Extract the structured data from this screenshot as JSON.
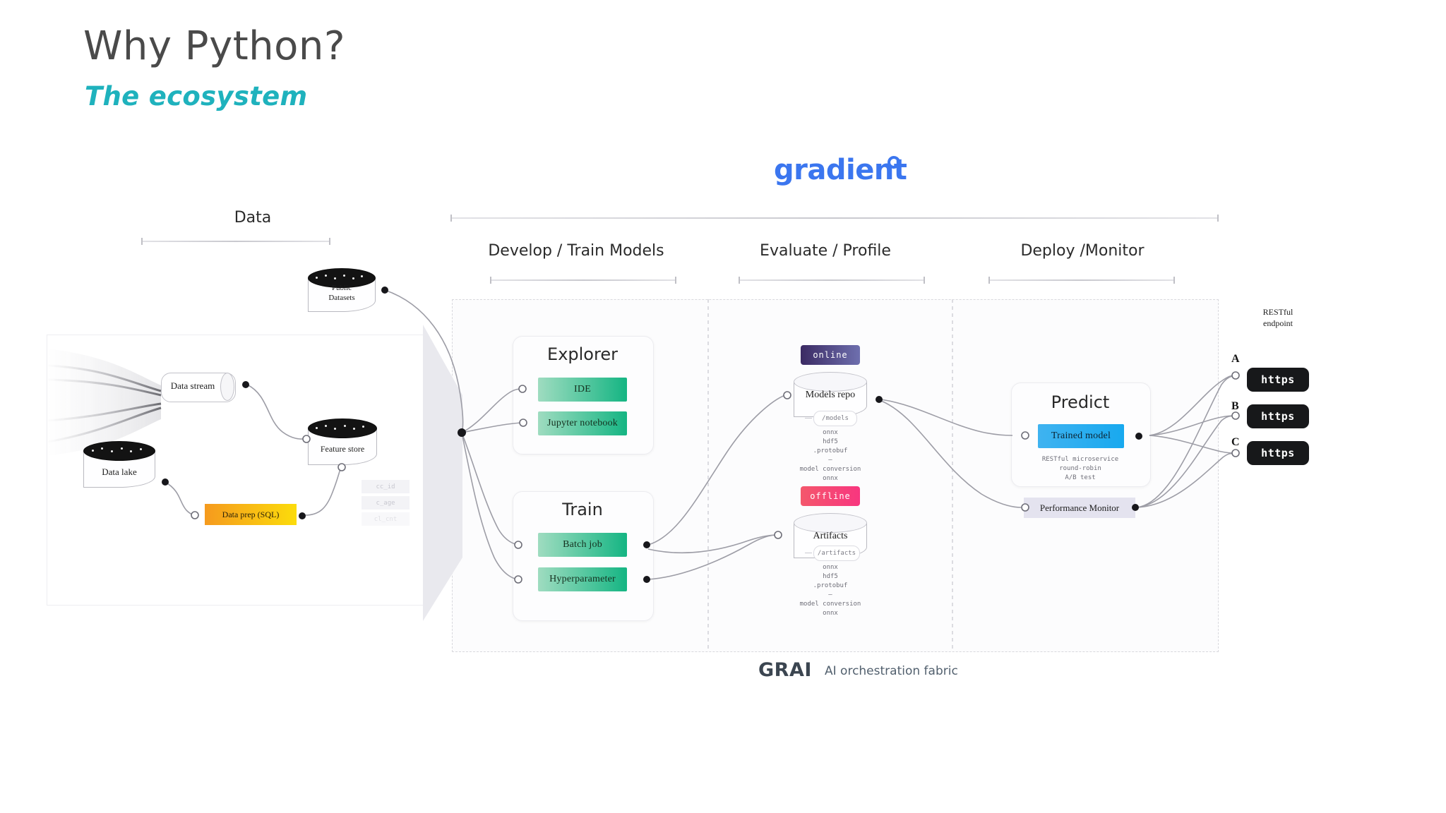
{
  "slide": {
    "title": "Why Python?",
    "subtitle": "The ecosystem",
    "title_color": "#4a4a4a",
    "subtitle_color": "#1fb2bd"
  },
  "brand": {
    "logo_text": "gradient",
    "logo_color": "#3b76ef",
    "logo_dot_icon": "circle-outline-icon",
    "footer_mark": "GRAI",
    "footer_tagline": "AI orchestration fabric"
  },
  "phases": {
    "data": "Data",
    "develop": "Develop / Train Models",
    "evaluate": "Evaluate / Profile",
    "deploy": "Deploy /Monitor"
  },
  "data_panel": {
    "public_datasets": "Public\nDatasets",
    "data_stream": "Data stream",
    "data_lake": "Data lake",
    "feature_store": "Feature store",
    "data_prep": "Data prep (SQL)",
    "feature_tags": [
      "cc_id",
      "c_age",
      "cl_cnt"
    ]
  },
  "explorer": {
    "title": "Explorer",
    "items": [
      "IDE",
      "Jupyter notebook"
    ]
  },
  "train": {
    "title": "Train",
    "items": [
      "Batch job",
      "Hyperparameter"
    ]
  },
  "models_repo": {
    "state_pill": "online",
    "label": "Models repo",
    "path": "/models",
    "note": "onnx\nhdf5\n.protobuf\n—\nmodel conversion\nonnx"
  },
  "artifacts": {
    "state_pill": "offline",
    "label": "Artifacts",
    "path": "/artifacts",
    "note": "onnx\nhdf5\n.protobuf\n—\nmodel conversion\nonnx"
  },
  "predict": {
    "title": "Predict",
    "model_chip": "Trained model",
    "note": "RESTful microservice\nround-robin\nA/B test",
    "monitor": "Performance Monitor"
  },
  "endpoints": {
    "label": "RESTful\nendpoint",
    "items": [
      {
        "letter": "A",
        "scheme": "https"
      },
      {
        "letter": "B",
        "scheme": "https"
      },
      {
        "letter": "C",
        "scheme": "https"
      }
    ]
  },
  "colors": {
    "teal": "#1fb2bd",
    "blue": "#3b76ef",
    "green_chip_from": "#9fdcc0",
    "green_chip_to": "#15b583",
    "blue_chip": "#18a9ef",
    "orange_from": "#f59a1e",
    "orange_to": "#fcdc0b",
    "online_from": "#3b2a63",
    "online_to": "#6e6fae",
    "offline_from": "#f4576c",
    "offline_to": "#f8367f",
    "endpoint_black": "#17181a"
  }
}
